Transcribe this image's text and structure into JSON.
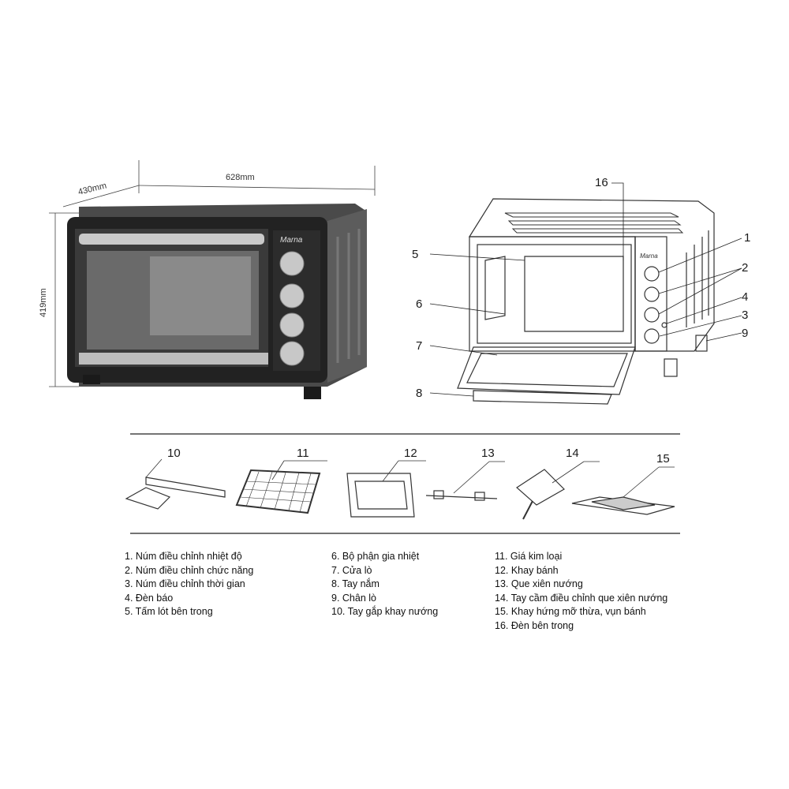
{
  "dimensions": {
    "width": "628mm",
    "depth": "430mm",
    "height": "419mm"
  },
  "brand": "Marna",
  "callouts": [
    "1",
    "2",
    "3",
    "4",
    "5",
    "6",
    "7",
    "8",
    "9",
    "10",
    "11",
    "12",
    "13",
    "14",
    "15",
    "16"
  ],
  "legend": {
    "col1": [
      "1. Núm điều chỉnh nhiệt độ",
      "2. Núm điều chỉnh chức năng",
      "3. Núm điều chỉnh thời gian",
      "4. Đèn báo",
      "5. Tấm lót bên trong"
    ],
    "col2": [
      "6. Bộ phận gia nhiệt",
      "7. Cửa lò",
      "8. Tay nắm",
      "9. Chân lò",
      "10. Tay gắp khay nướng"
    ],
    "col3": [
      "11. Giá kim loại",
      "12. Khay bánh",
      "13. Que xiên nướng",
      "14. Tay cầm điều chỉnh que xiên nướng",
      "15. Khay hứng mỡ thừa, vụn bánh",
      "16. Đèn bên trong"
    ]
  }
}
